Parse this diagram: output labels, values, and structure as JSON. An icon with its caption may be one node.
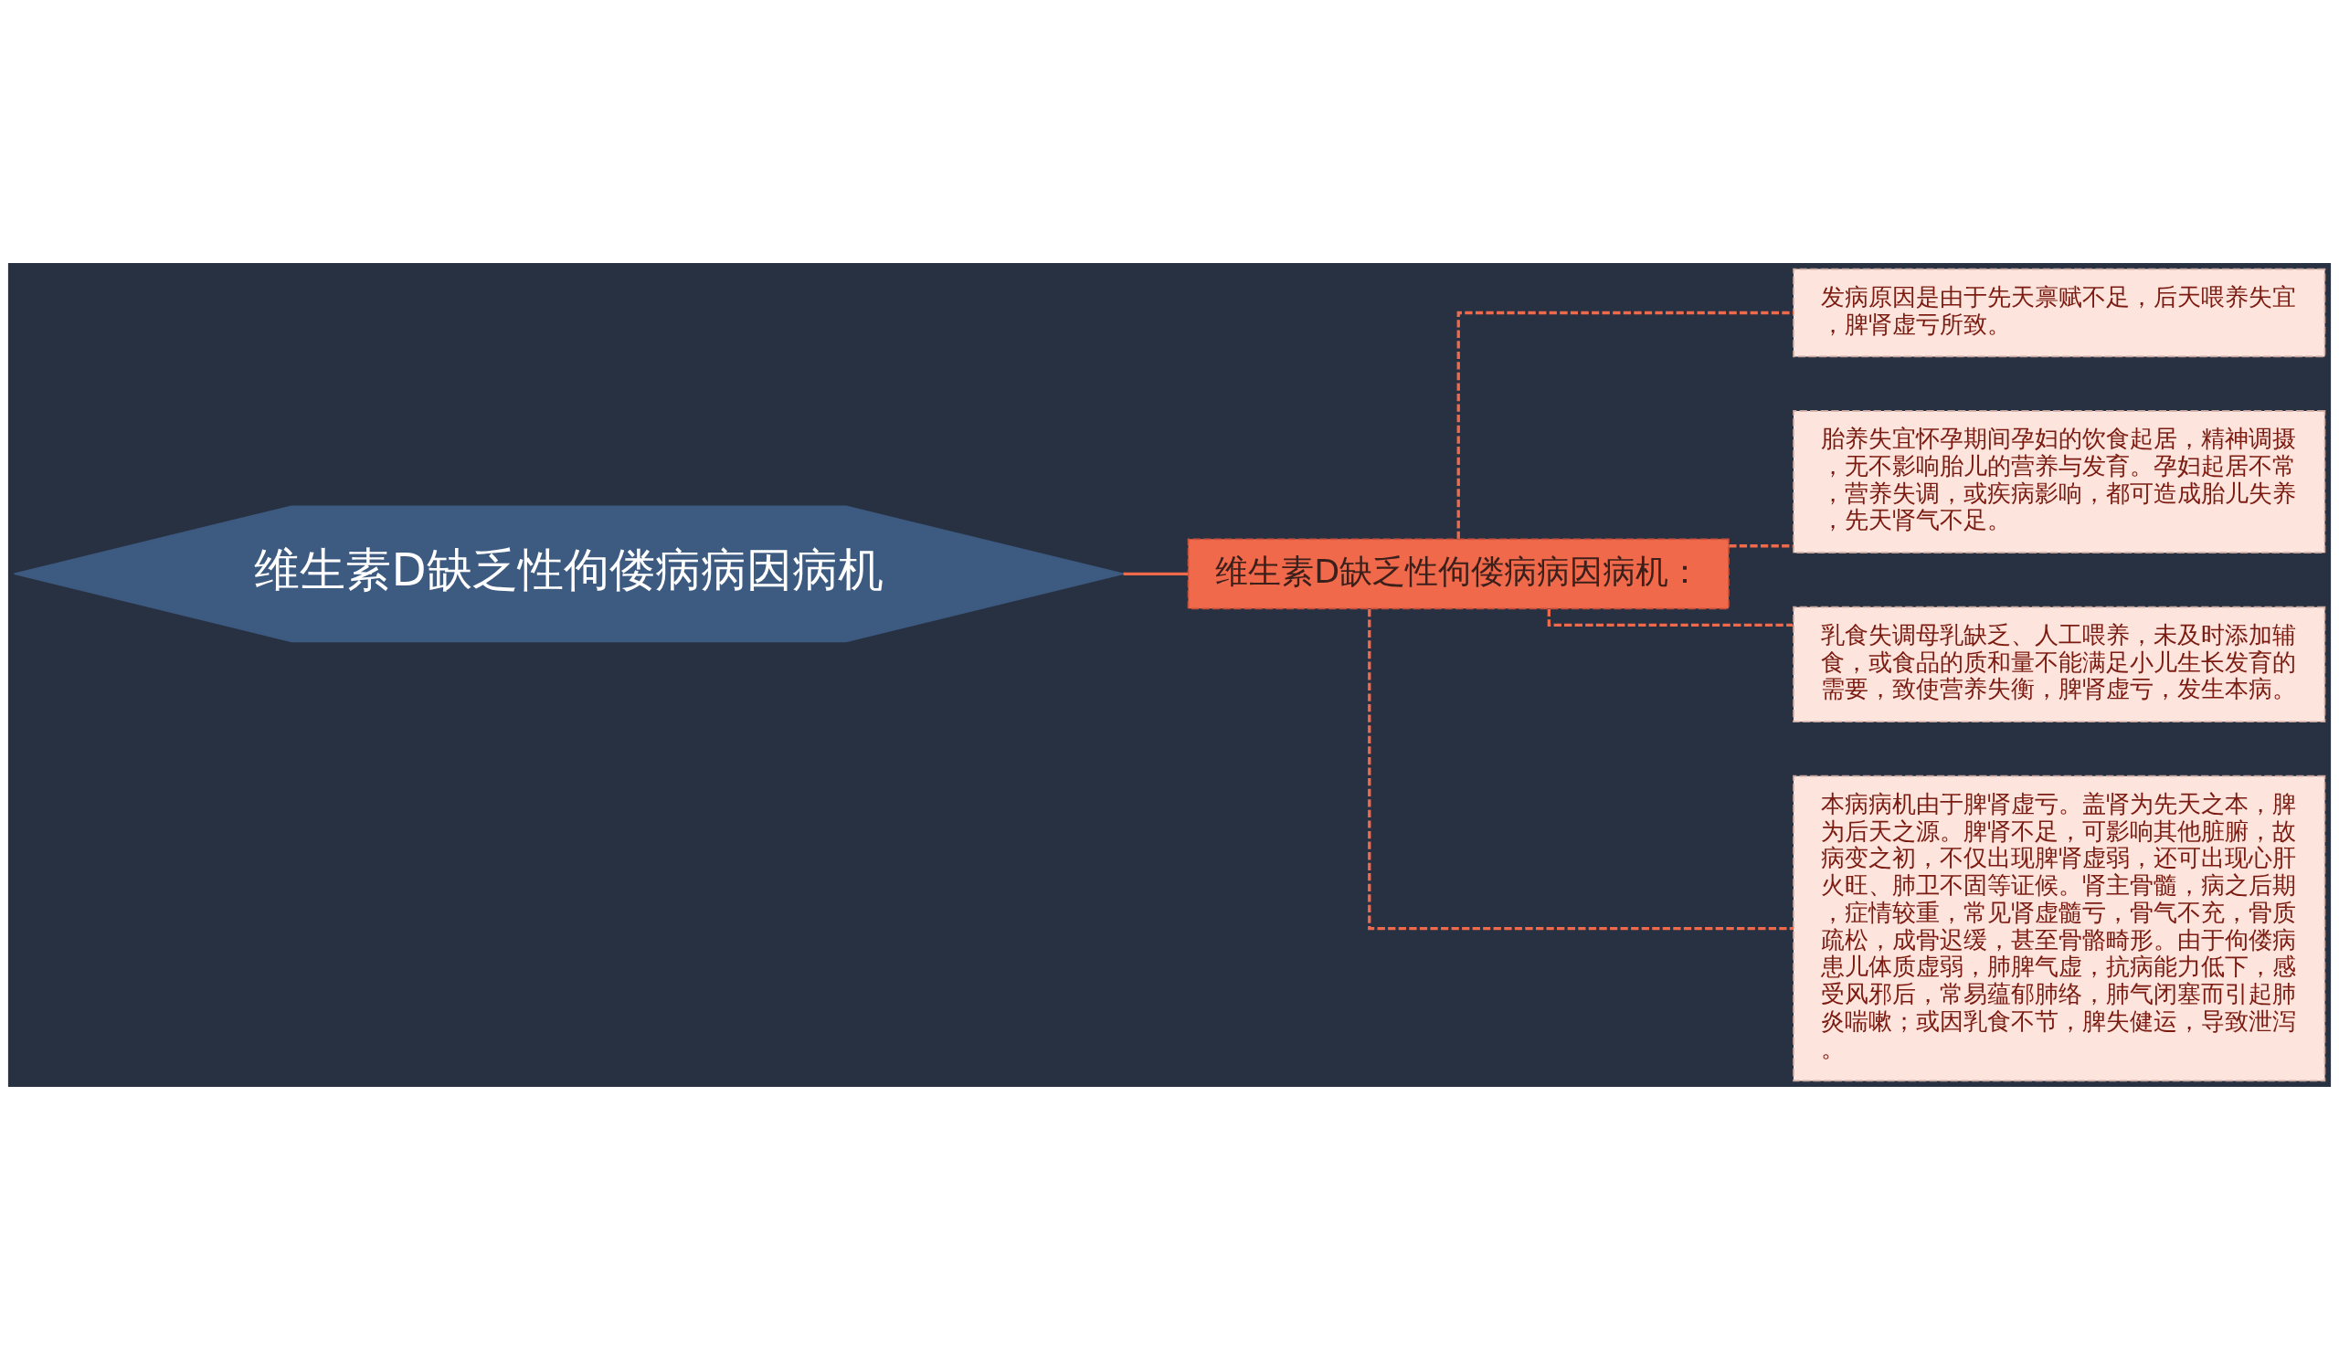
{
  "diagram": {
    "nodes": [
      {
        "text": [
          "维生素D缺乏性佝偻病病因病机"
        ]
      },
      {
        "text": [
          "维生素D缺乏性佝偻病病因病机："
        ]
      },
      {
        "text": [
          "发病原因是由于先天禀赋不足，后天喂养失宜，脾肾虚亏所致。"
        ]
      },
      {
        "text": [
          "胎养失宜怀孕期间孕妇的饮食起居，精神调摄，无不影响胎儿的营养与发育。孕妇起居不常，营养失调，或疾病影响，都可造成胎儿失养，先天肾气不足。"
        ]
      },
      {
        "text": [
          "乳食失调母乳缺乏、人工喂养，未及时添加辅食，或食品的质和量不能满足小儿生长发育的需要，致使营养失衡，脾肾虚亏，发生本病。"
        ]
      },
      {
        "text": [
          "本病病机由于脾肾虚亏。盖肾为先天之本，脾为后天之源。脾肾不足，可影响其他脏腑，故病变之初，不仅出现脾肾虚弱，还可出现心肝火旺、肺卫不固等证候。肾主骨髓，病之后期，症情较重，常见肾虚髓亏，骨气不充，骨质疏松，成骨迟缓，甚至骨骼畸形。由于佝偻病患儿体质虚弱，肺脾气虚，抗病能力低下，感受风邪后，常易蕴郁肺络，肺气闭塞而引起肺炎喘嗽；或因乳食不节，脾失健运，导致泄泻。"
        ]
      }
    ],
    "edges": [
      {
        "from": 0,
        "to": 1,
        "arrow": "none"
      },
      {
        "from": 1,
        "to": 2,
        "arrow": "none",
        "style": "dashed"
      },
      {
        "from": 1,
        "to": 3,
        "arrow": "none",
        "style": "dashed"
      },
      {
        "from": 1,
        "to": 4,
        "arrow": "none",
        "style": "dashed"
      },
      {
        "from": 1,
        "to": 5,
        "arrow": "none",
        "style": "dashed"
      }
    ]
  }
}
